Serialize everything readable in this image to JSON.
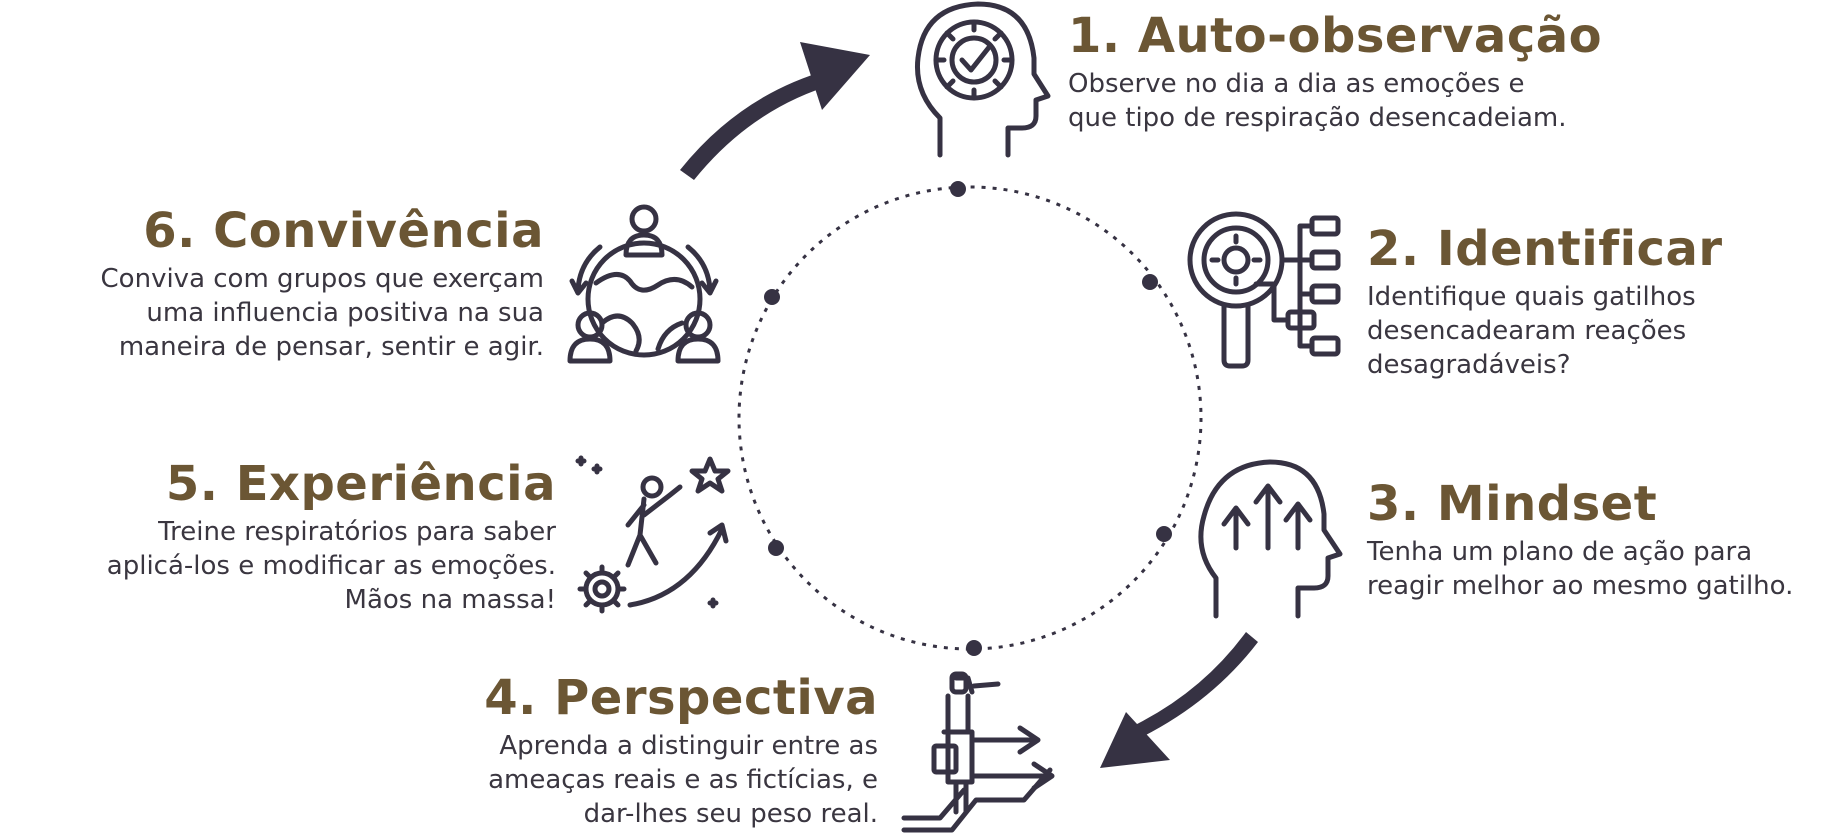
{
  "colors": {
    "title": "#6b5634",
    "text": "#3a3640",
    "icon": "#363243"
  },
  "steps": {
    "s1": {
      "title": "1. Auto-observação",
      "lines": [
        "Observe no dia a dia as emoções e",
        "que tipo de respiração desencadeiam."
      ],
      "icon": "head-gear-check-icon"
    },
    "s2": {
      "title": "2. Identificar",
      "lines": [
        "Identifique quais gatilhos",
        "desencadearam reações",
        "desagradáveis?"
      ],
      "icon": "magnifier-gear-icon"
    },
    "s3": {
      "title": "3. Mindset",
      "lines": [
        "Tenha um plano de ação para",
        "reagir melhor ao mesmo gatilho."
      ],
      "icon": "head-arrows-up-icon"
    },
    "s4": {
      "title": "4. Perspectiva",
      "lines": [
        "Aprenda a distinguir entre as",
        "ameaças reais e as fictícias, e",
        "dar-lhes seu peso real."
      ],
      "icon": "businessman-binoculars-icon"
    },
    "s5": {
      "title": "5. Experiência",
      "lines": [
        "Treine respiratórios para saber",
        "aplicá-los e modificar as emoções.",
        "Mãos na massa!"
      ],
      "icon": "climber-star-gear-icon"
    },
    "s6": {
      "title": "6. Convivência",
      "lines": [
        "Conviva com grupos que exerçam",
        "uma influencia positiva na sua",
        "maneira de pensar, sentir e agir."
      ],
      "icon": "globe-people-icon"
    }
  }
}
